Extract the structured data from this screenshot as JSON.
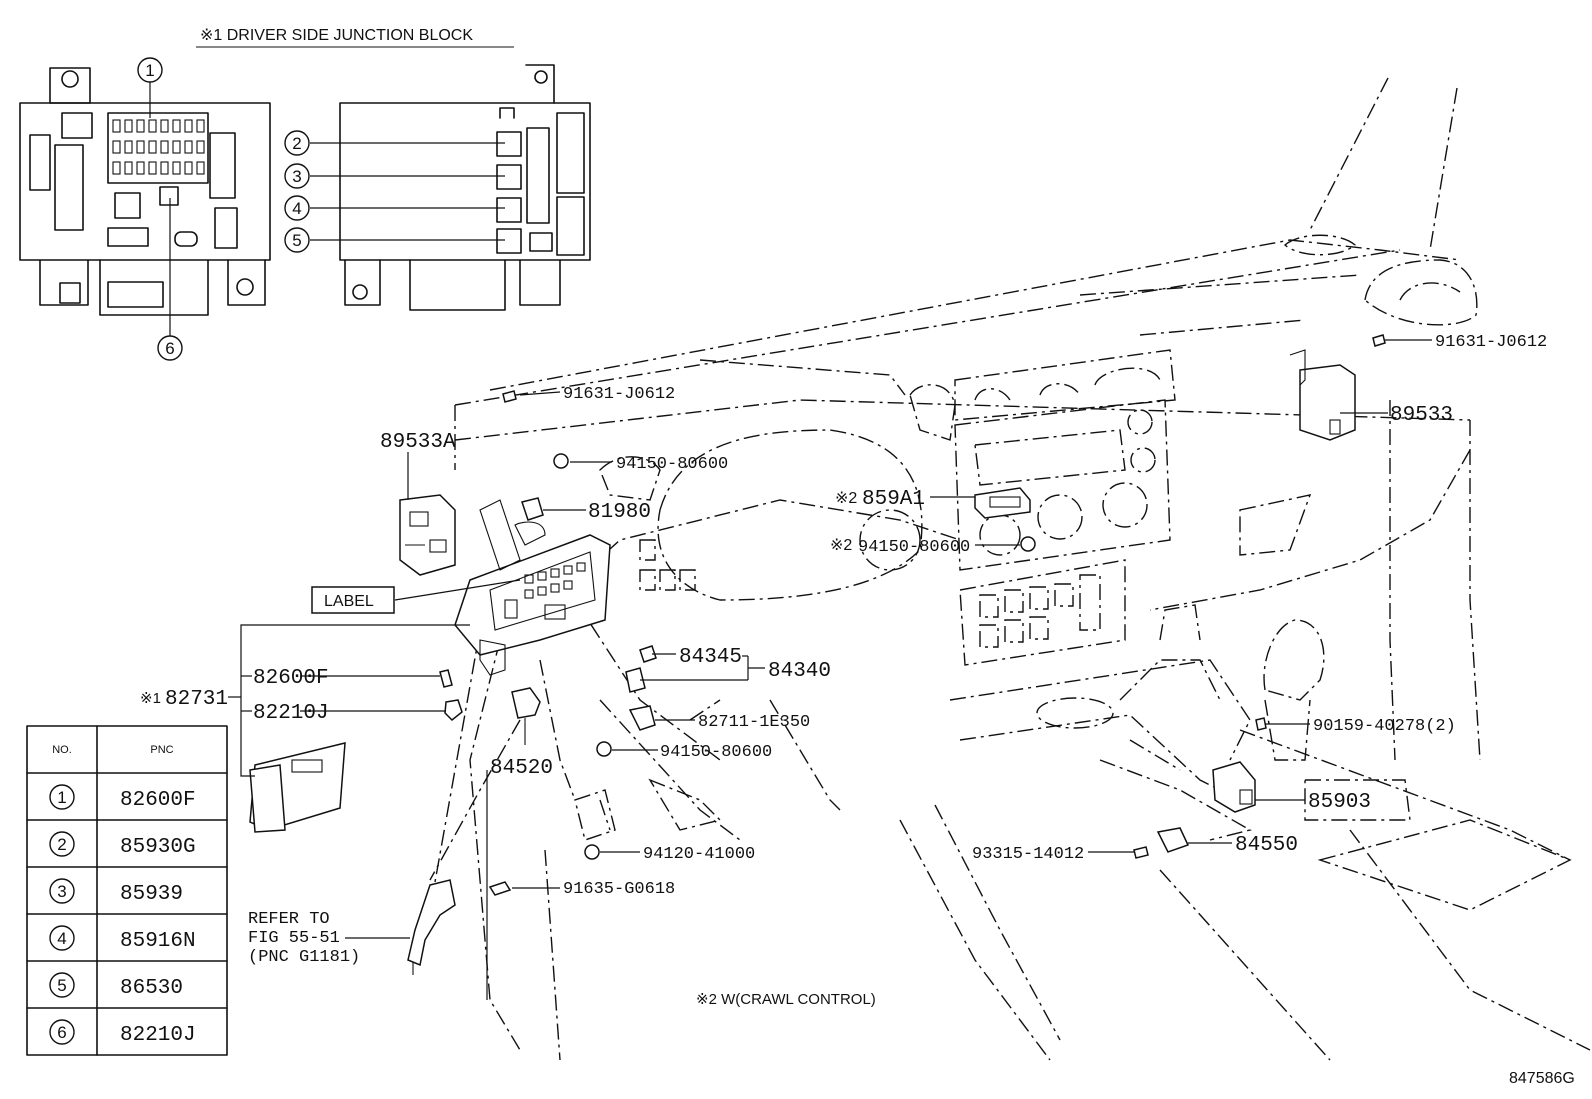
{
  "header": {
    "title": "※1 DRIVER SIDE JUNCTION BLOCK",
    "note": "※2  W(CRAWL CONTROL)",
    "figure_code": "847586G"
  },
  "callouts": {
    "p89533A": "89533A",
    "p91631_left": "91631-J0612",
    "p94150_top": "94150-80600",
    "p81980": "81980",
    "label_box": "LABEL",
    "p82600F": "82600F",
    "p82731": "82731",
    "p82731_mark": "※1",
    "p82210J": "82210J",
    "p84345": "84345",
    "p84340": "84340",
    "p82711": "82711-1E350",
    "p94150_mid": "94150-80600",
    "p84520": "84520",
    "p94120": "94120-41000",
    "p91635": "91635-G0618",
    "refer_line1": "REFER TO",
    "refer_line2": "FIG 55-51",
    "refer_line3": "(PNC G1181)",
    "p859A1": "859A1",
    "p859A1_mark": "※2",
    "p94150_right": "94150-80600",
    "p94150_right_mark": "※2",
    "p91631_right": "91631-J0612",
    "p89533": "89533",
    "p90159": "90159-40278(2)",
    "p85903": "85903",
    "p93315": "93315-14012",
    "p84550": "84550"
  },
  "inset_markers": [
    "1",
    "2",
    "3",
    "4",
    "5",
    "6"
  ],
  "table": {
    "header_no": "NO.",
    "header_pnc": "PNC",
    "rows": [
      {
        "no": "1",
        "pnc": "82600F"
      },
      {
        "no": "2",
        "pnc": "85930G"
      },
      {
        "no": "3",
        "pnc": "85939"
      },
      {
        "no": "4",
        "pnc": "85916N"
      },
      {
        "no": "5",
        "pnc": "86530"
      },
      {
        "no": "6",
        "pnc": "82210J"
      }
    ]
  }
}
